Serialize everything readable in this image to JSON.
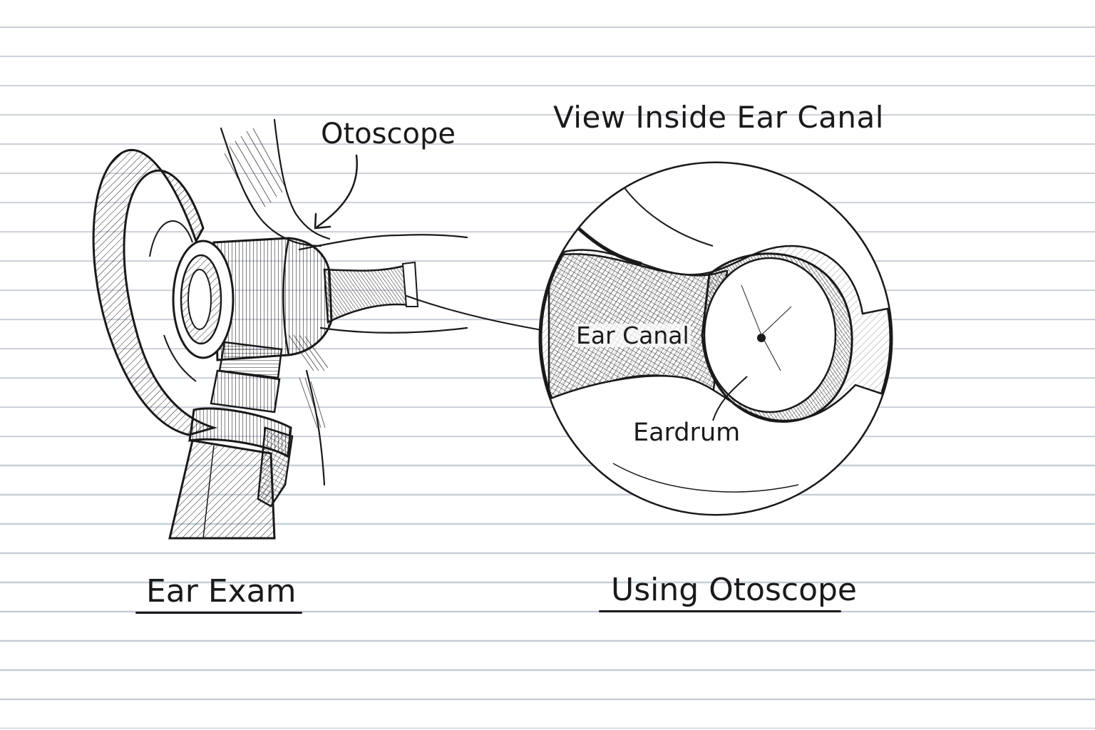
{
  "figure": {
    "title": "View Inside Ear Canal",
    "labels": {
      "otoscope": "Otoscope",
      "ear_canal": "Ear Canal",
      "eardrum": "Eardrum"
    },
    "captions": {
      "left": "Ear Exam",
      "right": "Using Otoscope"
    },
    "colors": {
      "ink": "#1a1a1a",
      "paper": "#ffffff",
      "ruled_line": "#c7ccd6"
    }
  }
}
